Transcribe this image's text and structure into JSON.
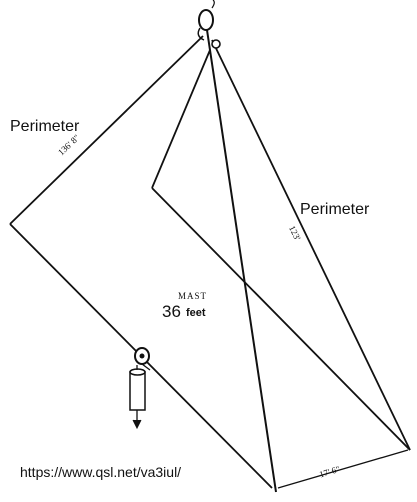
{
  "labels": {
    "perimeter_left": "Perimeter",
    "perimeter_right": "Perimeter",
    "length_left": "136' 8\"",
    "length_right": "123'",
    "mast_word": "MAST",
    "mast_height": "36",
    "mast_unit": "feet",
    "base_width": "17' 6\""
  },
  "footer": {
    "url": "https://www.qsl.net/va3iul/"
  },
  "colors": {
    "line": "#111111",
    "background": "#ffffff"
  }
}
